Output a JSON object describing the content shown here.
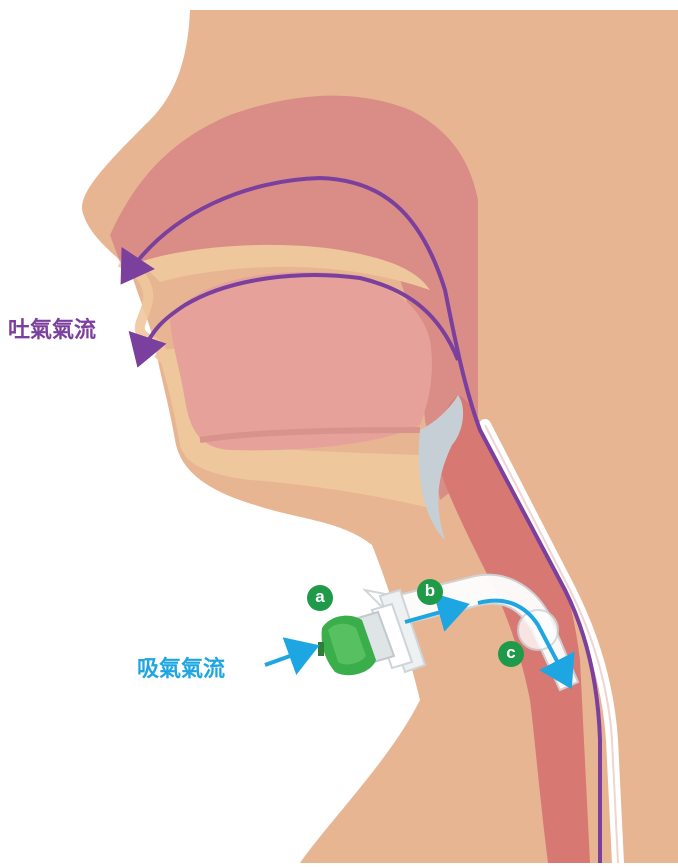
{
  "labels": {
    "exhale": "吐氣氣流",
    "inhale": "吸氣氣流"
  },
  "markers": {
    "a": "a",
    "b": "b",
    "c": "c"
  },
  "colors": {
    "skin": "#e8b593",
    "tissue_pink": "#d98d86",
    "airway_red": "#d77873",
    "palate_beige": "#efc79c",
    "tongue": "#e5a19a",
    "epiglottis": "#c6cfd6",
    "exhale_arrow": "#7b3f9e",
    "inhale_arrow": "#1ea6e3",
    "valve_green": "#3aae4a",
    "marker_green": "#1e9a48"
  }
}
